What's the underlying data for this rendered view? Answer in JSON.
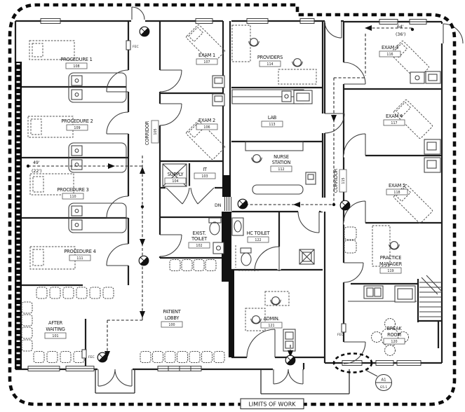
{
  "drawing": {
    "limits_label": "LIMITS OF WORK",
    "dn_label": "DN",
    "fec_label": "FEC",
    "callout": {
      "sheet": "A1",
      "detail": "G5.1"
    },
    "dimensions": {
      "left_primary": "49'",
      "left_secondary": "(22')",
      "right_primary": "64'",
      "right_secondary": "(36')"
    }
  },
  "rooms": [
    {
      "line1": "PROCEDURE 1",
      "line2": "",
      "number": "108"
    },
    {
      "line1": "PROCEDURE 2",
      "line2": "",
      "number": "109"
    },
    {
      "line1": "PROCEDURE 3",
      "line2": "",
      "number": "110"
    },
    {
      "line1": "PROCEDURE 4",
      "line2": "",
      "number": "111"
    },
    {
      "line1": "AFTER",
      "line2": "WAITING",
      "number": "101"
    },
    {
      "line1": "CORRIDOR",
      "line2": "",
      "number": "105"
    },
    {
      "line1": "EXAM 1",
      "line2": "",
      "number": "107"
    },
    {
      "line1": "EXAM 2",
      "line2": "",
      "number": "106"
    },
    {
      "line1": "SUPPLY",
      "line2": "",
      "number": "104"
    },
    {
      "line1": "IT",
      "line2": "",
      "number": "103"
    },
    {
      "line1": "EXIST.",
      "line2": "TOILET",
      "number": "102"
    },
    {
      "line1": "PATIENT",
      "line2": "LOBBY",
      "number": "100"
    },
    {
      "line1": "PROVIDERS",
      "line2": "",
      "number": "114"
    },
    {
      "line1": "LAB",
      "line2": "",
      "number": "113"
    },
    {
      "line1": "NURSE",
      "line2": "STATION",
      "number": "112"
    },
    {
      "line1": "HC TOILET",
      "line2": "",
      "number": "122"
    },
    {
      "line1": "ADMIN.",
      "line2": "",
      "number": "121"
    },
    {
      "line1": "CORRIDOR",
      "line2": "",
      "number": "115"
    },
    {
      "line1": "EXAM 3",
      "line2": "",
      "number": "116"
    },
    {
      "line1": "EXAM 4",
      "line2": "",
      "number": "117"
    },
    {
      "line1": "EXAM 5",
      "line2": "",
      "number": "118"
    },
    {
      "line1": "PRACTICE",
      "line2": "MANAGER",
      "number": "119"
    },
    {
      "line1": "BREAK",
      "line2": "ROOM",
      "number": "120"
    }
  ]
}
